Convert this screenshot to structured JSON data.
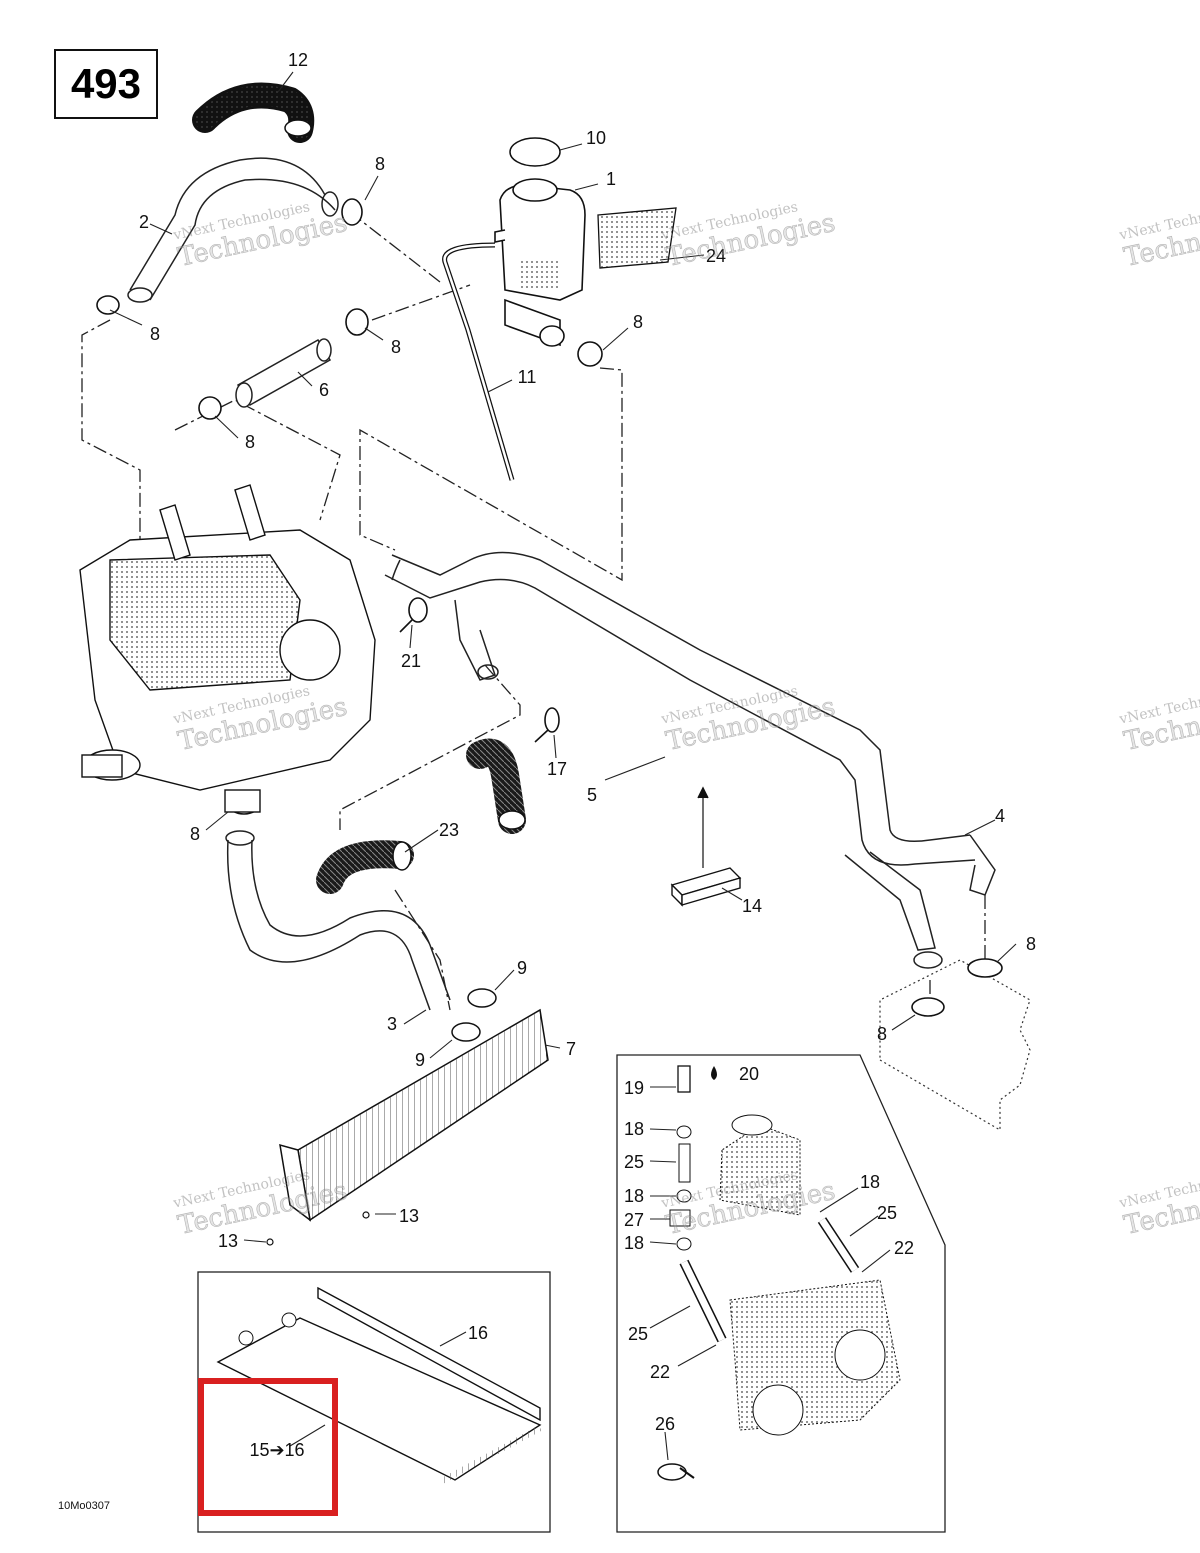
{
  "page_number": "493",
  "reference_code": "10Mo0307",
  "watermark": {
    "line1": "vNext Technologies",
    "line2": "Technologies"
  },
  "highlight_color": "#d92020",
  "callouts": {
    "c1": "1",
    "c2": "2",
    "c3": "3",
    "c4": "4",
    "c5": "5",
    "c6": "6",
    "c7": "7",
    "c8": "8",
    "c9": "9",
    "c10": "10",
    "c11": "11",
    "c12": "12",
    "c13": "13",
    "c14": "14",
    "c16": "16",
    "c17": "17",
    "c18": "18",
    "c19": "19",
    "c20": "20",
    "c21": "21",
    "c22": "22",
    "c23": "23",
    "c24": "24",
    "c25": "25",
    "c26": "26",
    "c27": "27",
    "c15to16": "15➔16"
  }
}
